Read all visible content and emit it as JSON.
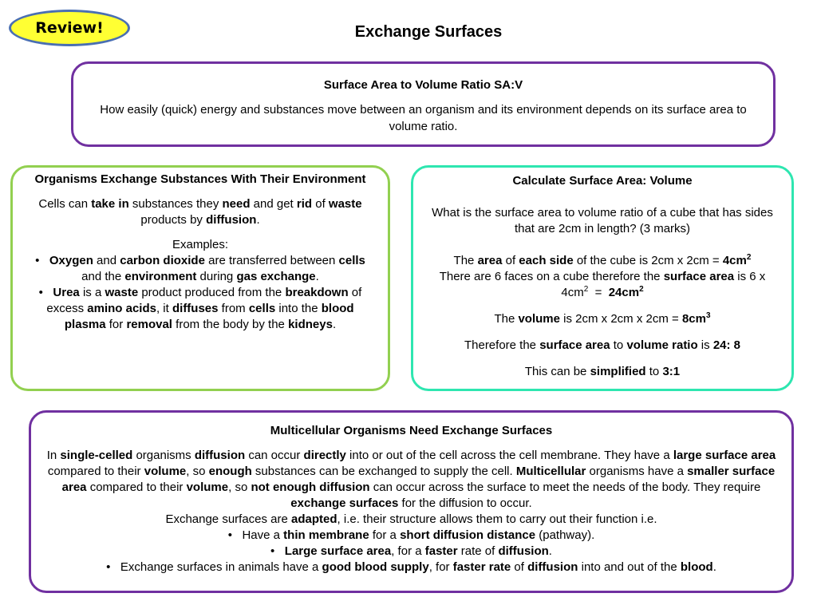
{
  "badge": "Review!",
  "page_title": "Exchange Surfaces",
  "sa_panel": {
    "heading": "Surface Area to Volume Ratio SA:V",
    "text": "How easily (quick) energy and substances move between an organism and its environment depends on its surface area to volume ratio."
  },
  "org_panel": {
    "heading": "Organisms Exchange Substances With Their Environment",
    "intro": [
      "Cells can ",
      "take in",
      " substances they ",
      "need",
      " and get ",
      "rid",
      " of ",
      "waste",
      " products by ",
      "diffusion",
      "."
    ],
    "examples_label": "Examples:",
    "bullet1": [
      "Oxygen",
      " and ",
      "carbon dioxide",
      " are transferred between ",
      "cells",
      " and the ",
      "environment",
      " during ",
      "gas exchange",
      "."
    ],
    "bullet2": [
      "Urea",
      " is a ",
      "waste",
      " product produced from the ",
      "breakdown",
      " of excess ",
      "amino acids",
      ", it ",
      "diffuses",
      " from ",
      "cells",
      " into the ",
      "blood plasma",
      " for ",
      "removal",
      " from the body by the ",
      "kidneys",
      "."
    ]
  },
  "calc_panel": {
    "heading": "Calculate Surface Area: Volume",
    "question": "What is the surface area to volume ratio of a cube that has sides that are 2cm in length? (3 marks)",
    "line1": [
      "The ",
      "area",
      " of ",
      "each side",
      " of the cube is 2cm x 2cm = ",
      "4cm",
      "2"
    ],
    "line2": [
      "There are 6 faces on a cube therefore the ",
      "surface area",
      " is 6 x 4cm",
      "2",
      "  =  ",
      "24cm",
      "2"
    ],
    "line3": [
      "The ",
      "volume",
      " is 2cm x 2cm x 2cm = ",
      "8cm",
      "3"
    ],
    "line4": [
      "Therefore the ",
      "surface area",
      " to ",
      "volume ratio",
      " is ",
      "24: 8"
    ],
    "line5": [
      "This can be ",
      "simplified",
      " to ",
      "3:1"
    ]
  },
  "multi_panel": {
    "heading": "Multicellular Organisms Need Exchange Surfaces",
    "para": [
      "In ",
      "single-celled",
      " organisms ",
      "diffusion",
      " can occur ",
      "directly",
      " into or out of the cell across the cell membrane. They have a ",
      "large surface area",
      " compared to their ",
      "volume",
      ", so ",
      "enough",
      " substances can be exchanged to supply the cell. ",
      "Multicellular",
      " organisms have a ",
      "smaller surface area",
      " compared to their ",
      "volume",
      ", so ",
      "not enough diffusion",
      " can occur across the surface to meet the needs of the body. They require ",
      "exchange surfaces",
      " for the diffusion to occur."
    ],
    "para2": [
      "Exchange surfaces are ",
      "adapted",
      ", i.e. their structure allows them to carry out their function i.e."
    ],
    "bullet1": [
      "Have a ",
      "thin membrane",
      " for a ",
      "short diffusion distance",
      " (pathway)."
    ],
    "bullet2": [
      "Large surface area",
      ", for a ",
      "faster",
      " rate of ",
      "diffusion",
      "."
    ],
    "bullet3": [
      "Exchange surfaces in animals have a ",
      "good blood supply",
      ", for ",
      "faster rate",
      " of ",
      "diffusion",
      " into and out of the ",
      "blood",
      "."
    ]
  }
}
